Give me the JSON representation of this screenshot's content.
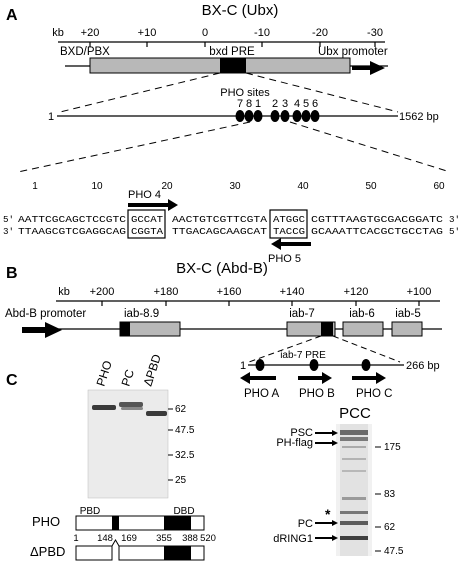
{
  "panel_a": {
    "letter": "A",
    "title": "BX-C (Ubx)",
    "kb_label": "kb",
    "ticks": [
      "+20",
      "+10",
      "0",
      "-10",
      "-20",
      "-30"
    ],
    "region_labels": {
      "bxd_pbx": "BXD/PBX",
      "bxd_pre": "bxd PRE",
      "ubx_promoter": "Ubx promoter"
    },
    "pho_sites_title": "PHO sites",
    "pho_sites": [
      "7",
      "8",
      "1",
      "2",
      "3",
      "4",
      "5",
      "6"
    ],
    "line_start": "1",
    "line_end": "1562 bp",
    "seq_positions": [
      "1",
      "10",
      "20",
      "30",
      "40",
      "50",
      "60"
    ],
    "seq_top": {
      "prime5": "5'",
      "prime3": "3'",
      "before": "AATTCGCAGCTCCGTC",
      "box1": "GCCAT",
      "middle": "AACTGTCGTTCGTA",
      "box2": "ATGGC",
      "after": "CGTTTAAGTGCGACGGATC"
    },
    "seq_bottom": {
      "prime5": "3'",
      "prime3": "5'",
      "before": "TTAAGCGTCGAGGCAG",
      "box1": "CGGTA",
      "middle": "TTGACAGCAAGCAT",
      "box2": "TACCG",
      "after": "GCAAATTCACGCTGCCTAG"
    },
    "pho4": "PHO 4",
    "pho5": "PHO 5"
  },
  "panel_b": {
    "letter": "B",
    "title": "BX-C (Abd-B)",
    "kb_label": "kb",
    "ticks": [
      "+200",
      "+180",
      "+160",
      "+140",
      "+120",
      "+100"
    ],
    "labels": {
      "promoter": "Abd-B promoter",
      "iab89": "iab-8.9",
      "iab7": "iab-7",
      "iab6": "iab-6",
      "iab5": "iab-5"
    }
  },
  "panel_c": {
    "letter": "C",
    "gel1_lanes": [
      "PHO",
      "PC",
      "ΔPBD"
    ],
    "gel1_markers": [
      "62",
      "47.5",
      "32.5",
      "25"
    ],
    "pre_line_start": "1",
    "pre_label": "iab-7 PRE",
    "pre_line_end": "266 bp",
    "pho_abc": [
      "PHO A",
      "PHO B",
      "PHO C"
    ],
    "pcc_title": "PCC",
    "pcc_markers": [
      "175",
      "83",
      "62",
      "47.5"
    ],
    "pcc_bands": {
      "psc": "PSC",
      "ph": "PH-flag",
      "pc": "PC",
      "dring": "dRING1",
      "star": "*"
    },
    "domain_pho": "PHO",
    "domain_dpbd": "ΔPBD",
    "domain_pbd": "PBD",
    "domain_dbd": "DBD",
    "domain_positions": [
      "1",
      "148",
      "169",
      "355",
      "388",
      "520"
    ]
  }
}
